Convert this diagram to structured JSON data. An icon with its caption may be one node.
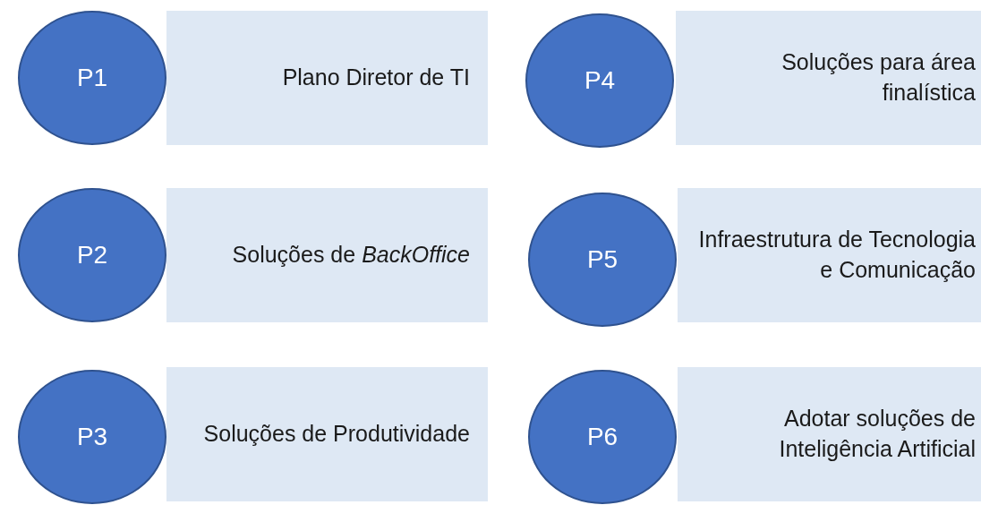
{
  "diagram": {
    "nodes": [
      {
        "text": [
          "Plano Diretor de TI"
        ]
      },
      {
        "text": [
          "P1"
        ]
      },
      {
        "text": [
          "Soluções para área finalística"
        ]
      },
      {
        "text": [
          "P4"
        ]
      },
      {
        "text": [
          "Soluções de *BackOffice*"
        ]
      },
      {
        "text": [
          "P2"
        ]
      },
      {
        "text": [
          "Infraestrutura de Tecnologia e Comunicação"
        ]
      },
      {
        "text": [
          "P5"
        ]
      },
      {
        "text": [
          "Soluções de Produtividade"
        ]
      },
      {
        "text": [
          "P3"
        ]
      },
      {
        "text": [
          "Adotar soluções de Inteligência Artificial"
        ]
      },
      {
        "text": [
          "P6"
        ]
      }
    ]
  }
}
